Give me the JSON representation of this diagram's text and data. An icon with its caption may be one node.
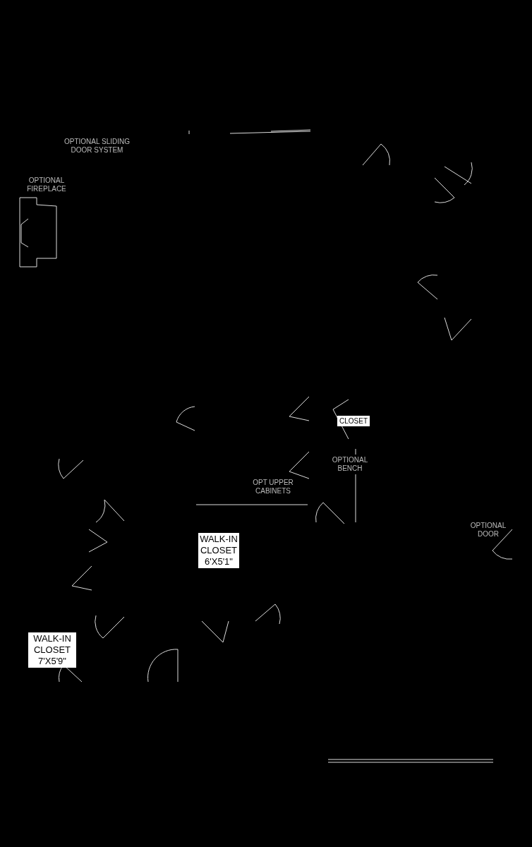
{
  "diagram": {
    "labels": [
      "OPTIONAL SLIDING DOOR SYSTEM",
      "OPTIONAL FIREPLACE",
      "CLOSET",
      "OPTIONAL BENCH",
      "OPT UPPER CABINETS",
      "OPTIONAL DOOR",
      "WALK-IN CLOSET 6'X5'1\"",
      "WALK-IN CLOSET 7'X5'9\""
    ]
  }
}
